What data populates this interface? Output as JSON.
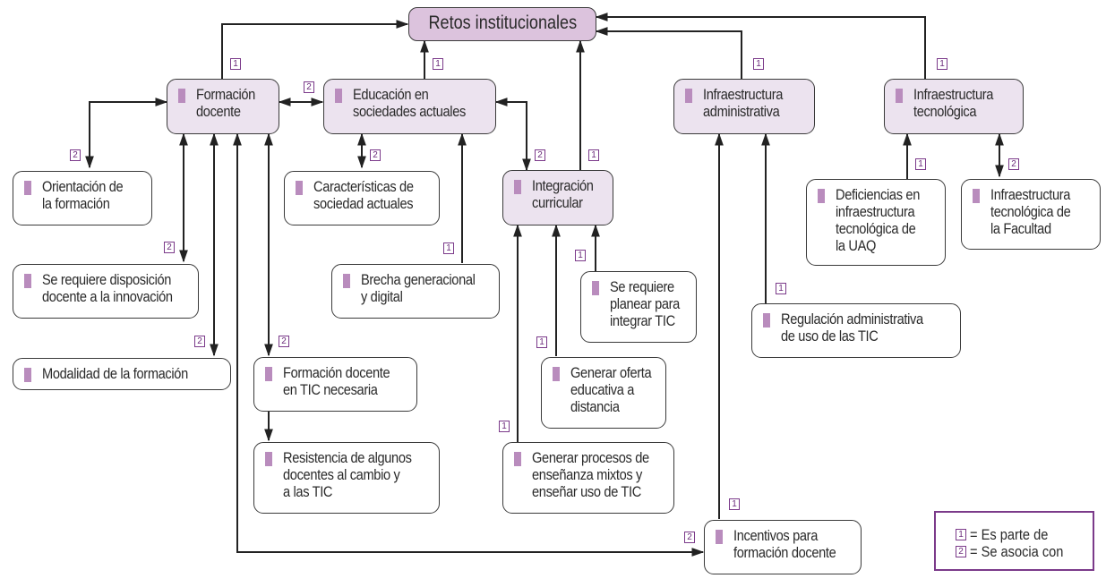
{
  "diagram": {
    "root": {
      "label": "Retos institucionales"
    },
    "nodes": {
      "formacion_docente": "Formación\ndocente",
      "educacion_sociedades": "Educación en\nsociedades actuales",
      "infra_administrativa": "Infraestructura\nadministrativa",
      "infra_tecnologica": "Infraestructura\ntecnológica",
      "integracion_curricular": "Integración\ncurricular",
      "orientacion": "Orientación de\nla formación",
      "disposicion": "Se requiere disposición\ndocente a la innovación",
      "modalidad": "Modalidad de la formación",
      "caracteristicas": "Características de\nsociedad actuales",
      "brecha": "Brecha generacional\ny digital",
      "planear": "Se requiere\nplanear para\nintegrar TIC",
      "oferta": "Generar oferta\neducativa a\ndistancia",
      "procesos": "Generar procesos de\nenseñanza mixtos y\nenseñar uso de TIC",
      "formacion_tic": "Formación docente\nen TIC necesaria",
      "resistencia": "Resistencia de algunos\ndocentes al cambio y\na las TIC",
      "regulacion": "Regulación administrativa\nde uso de las TIC",
      "deficiencias": "Deficiencias en\ninfraestructura\ntecnológica de\nla UAQ",
      "infra_facultad": "Infraestructura\ntecnológica de\nla Facultad",
      "incentivos": "Incentivos para\nformación docente"
    },
    "relation_tags": {
      "one": "1",
      "two": "2"
    },
    "legend": {
      "items": [
        {
          "tag": "1",
          "text": "= Es parte de"
        },
        {
          "tag": "2",
          "text": "= Se asocia con"
        }
      ]
    },
    "colors": {
      "main_node_fill": "#ece3ef",
      "root_fill": "#dcc3dd",
      "marker": "#b98cbd",
      "tag_border": "#7b3a8a",
      "line": "#222222"
    }
  }
}
